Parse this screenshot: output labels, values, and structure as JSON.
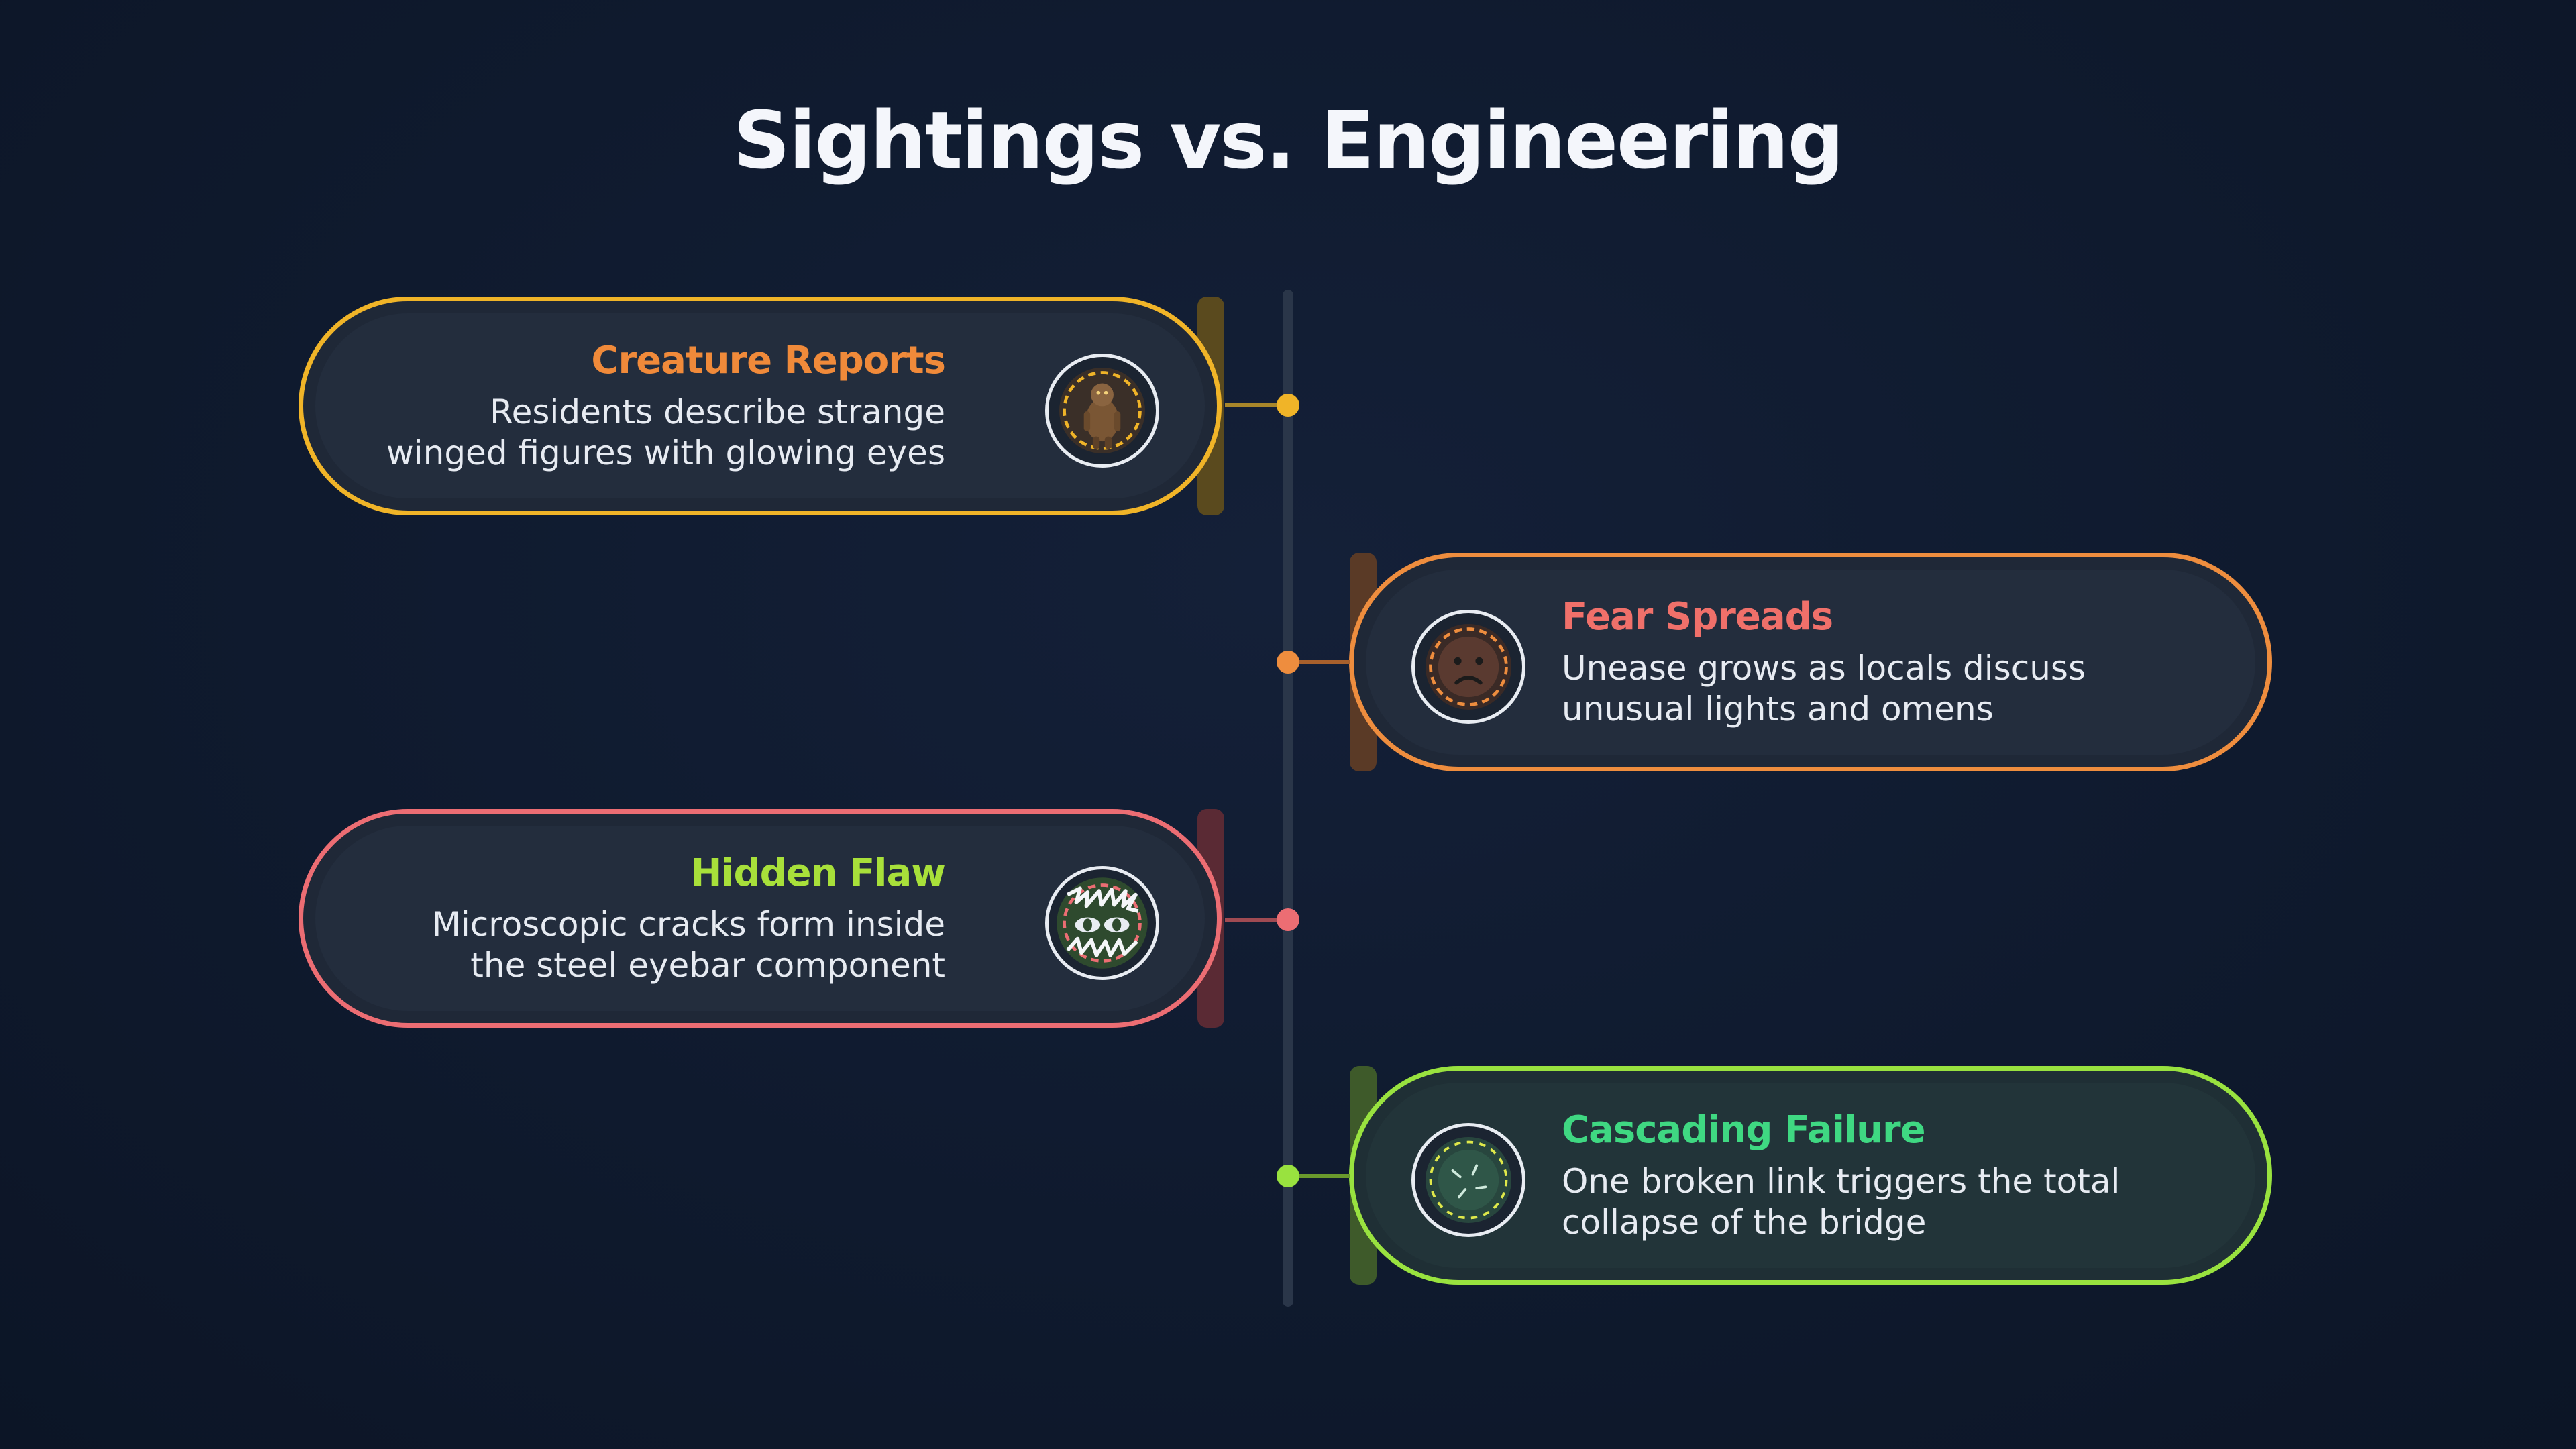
{
  "title": "Sightings vs. Engineering",
  "steps": [
    {
      "title": "Creature Reports",
      "description": "Residents describe strange winged figures with glowing eyes",
      "icon": "creature-icon",
      "accent": "#f0b428",
      "title_color": "#f08a3a"
    },
    {
      "title": "Fear Spreads",
      "description": "Unease grows as locals discuss unusual lights and omens",
      "icon": "worried-face-icon",
      "accent": "#ee8d3e",
      "title_color": "#f0706a"
    },
    {
      "title": "Hidden Flaw",
      "description": "Microscopic cracks form inside the steel eyebar component",
      "icon": "crack-monster-icon",
      "accent": "#ec6d73",
      "title_color": "#a8e03a"
    },
    {
      "title": "Cascading Failure",
      "description": "One broken link triggers the total collapse of the bridge",
      "icon": "broken-circle-icon",
      "accent": "#99e23f",
      "title_color": "#3fd882"
    }
  ]
}
